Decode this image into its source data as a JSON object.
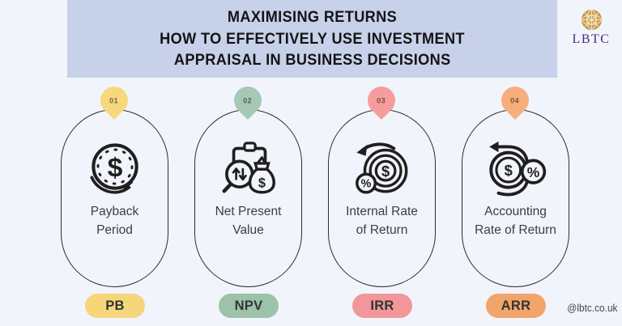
{
  "page": {
    "background": "#f2f4fc"
  },
  "header": {
    "background": "#c7d1e9",
    "text_color": "#141414",
    "title_lines": [
      "MAXIMISING RETURNS",
      "HOW TO EFFECTIVELY USE INVESTMENT",
      "APPRAISAL IN BUSINESS DECISIONS"
    ]
  },
  "logo": {
    "text": "LBTC",
    "emblem_color": "#cfa049",
    "text_color": "#4f2482"
  },
  "cards": [
    {
      "number": "01",
      "label": "Payback\nPeriod",
      "abbr": "PB",
      "color": "#f6d87e",
      "pill_color": "#f5d67b",
      "icon": "clock-dollar-cycle-icon"
    },
    {
      "number": "02",
      "label": "Net Present\nValue",
      "abbr": "NPV",
      "color": "#a7c9b4",
      "pill_color": "#9cc2aa",
      "icon": "magnifier-moneybag-icon"
    },
    {
      "number": "03",
      "label": "Internal Rate\nof Return",
      "abbr": "IRR",
      "color": "#f69c9c",
      "pill_color": "#f2969a",
      "icon": "spiral-arrow-dollar-percent-icon"
    },
    {
      "number": "04",
      "label": "Accounting\nRate of Return",
      "abbr": "ARR",
      "color": "#f6ae7d",
      "pill_color": "#f2a56b",
      "icon": "coin-return-percent-icon"
    }
  ],
  "footer": {
    "handle": "@lbtc.co.uk"
  }
}
